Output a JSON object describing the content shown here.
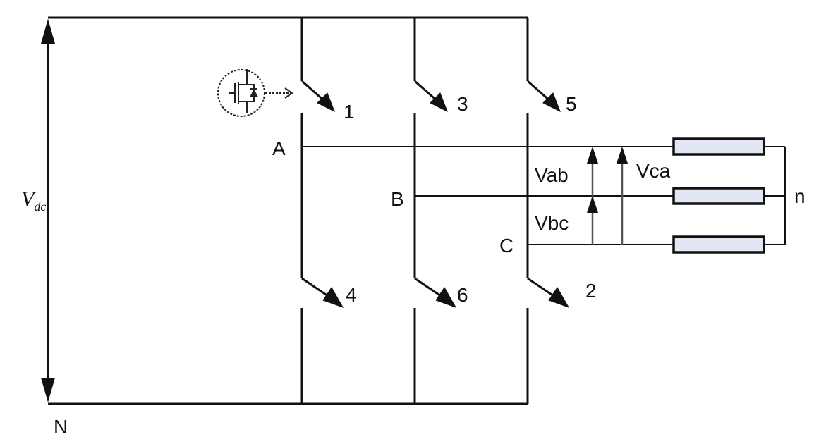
{
  "title": "",
  "dc_source": {
    "symbol": "V",
    "subscript": "dc"
  },
  "nodes": {
    "negative_rail": "N",
    "phase_a": "A",
    "phase_b": "B",
    "phase_c": "C",
    "neutral": "n"
  },
  "switches": [
    "1",
    "3",
    "5",
    "4",
    "6",
    "2"
  ],
  "voltages": {
    "ab": "Vab",
    "bc": "Vbc",
    "ca": "Vca"
  },
  "gate_device_icon": "igbt-with-diode-icon",
  "colors": {
    "line": "#111111",
    "load_fill": "#e3e6f3"
  }
}
